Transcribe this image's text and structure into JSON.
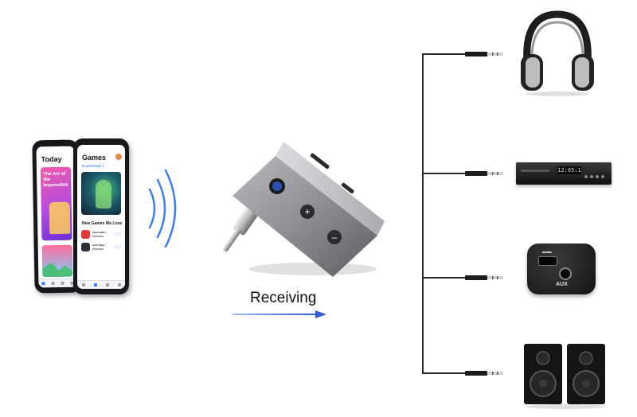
{
  "caption": "Receiving",
  "phones": [
    {
      "title": "Today",
      "card_headline": "The Art of the Impossible"
    },
    {
      "title": "Games",
      "list_header": "New Games We Love",
      "featured_label": "PLAYSTOCK 2",
      "list_items": [
        "Spaceglider",
        "Hear Ridge"
      ]
    }
  ],
  "devices": [
    "headphones",
    "dvd-player",
    "car-aux-port",
    "speakers"
  ],
  "dvd_display": "12:05:1",
  "aux_label": "AUX",
  "adapter_buttons": [
    "+",
    "–"
  ],
  "colors": {
    "arrow": "#2f5bd3",
    "wave": "#3a7ff0",
    "adapter_body": "#8d8f93",
    "cable": "#2a2a2a"
  }
}
